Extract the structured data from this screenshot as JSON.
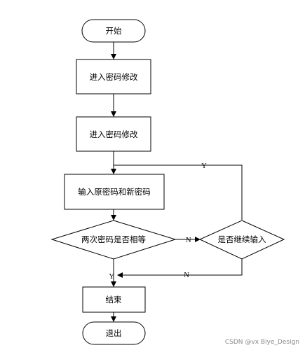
{
  "flowchart": {
    "nodes": {
      "start": "开始",
      "step1": "进入密码修改",
      "step2": "进入密码修改",
      "input": "输入原密码和新密码",
      "decision_equal": "两次密码是否相等",
      "decision_continue": "是否继续输入",
      "end_step": "结束",
      "exit": "退出"
    },
    "edge_labels": {
      "equal_no": "N",
      "equal_yes": "Y",
      "continue_yes": "Y",
      "continue_no": "N"
    }
  },
  "watermark": "CSDN @vx Biye_Design"
}
